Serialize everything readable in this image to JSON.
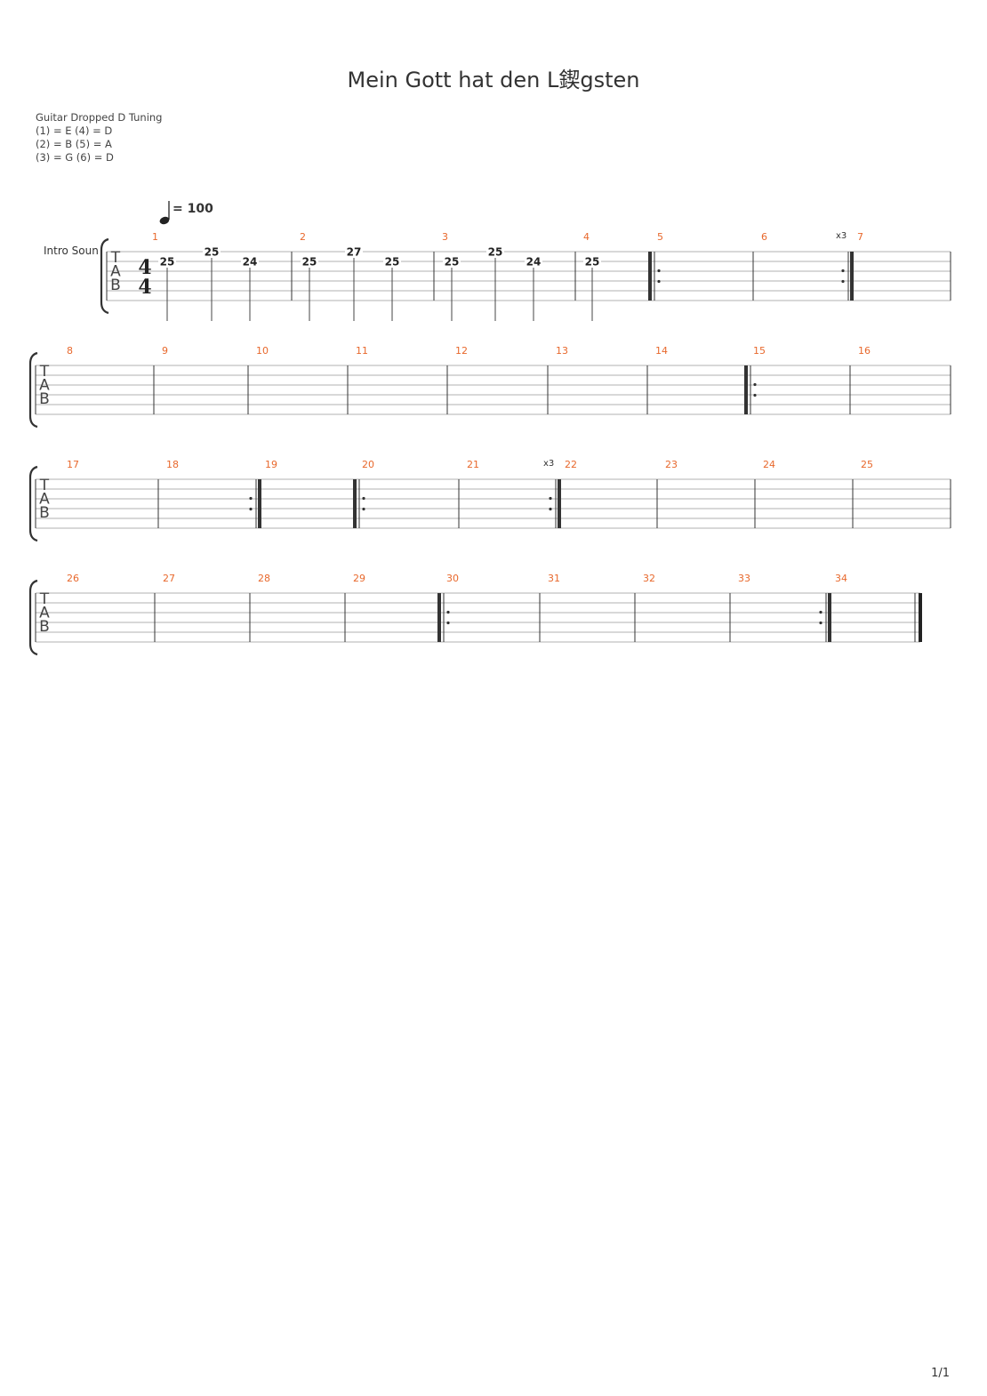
{
  "title": "Mein Gott hat den L鍥gsten",
  "tuning": {
    "name": "Guitar Dropped D Tuning",
    "lines": [
      "(1) = E  (4) = D",
      "(2) = B  (5) = A",
      "(3) = G  (6) = D"
    ]
  },
  "tempo": {
    "value": "= 100"
  },
  "track_label": "Intro Soun",
  "tab_letters": [
    "T",
    "A",
    "B"
  ],
  "time_signature": {
    "num": "4",
    "den": "4"
  },
  "colors": {
    "measure_number": "#e8682c",
    "staff_line": "#999999",
    "text": "#333333"
  },
  "systems": [
    {
      "measures": [
        {
          "n": "1"
        },
        {
          "n": "2"
        },
        {
          "n": "3"
        },
        {
          "n": "4"
        },
        {
          "n": "5",
          "repeat_start": true
        },
        {
          "n": "6",
          "repeat_end": true,
          "repeat_count": "x3"
        },
        {
          "n": "7"
        }
      ],
      "notes": [
        {
          "fret": "25",
          "measure": "1",
          "string": 2
        },
        {
          "fret": "25",
          "measure": "1",
          "string": 1
        },
        {
          "fret": "24",
          "measure": "1",
          "string": 2
        },
        {
          "fret": "25",
          "measure": "2",
          "string": 2
        },
        {
          "fret": "27",
          "measure": "2",
          "string": 1
        },
        {
          "fret": "25",
          "measure": "2",
          "string": 2
        },
        {
          "fret": "25",
          "measure": "3",
          "string": 2
        },
        {
          "fret": "25",
          "measure": "3",
          "string": 1
        },
        {
          "fret": "24",
          "measure": "3",
          "string": 2
        },
        {
          "fret": "25",
          "measure": "4",
          "string": 2
        }
      ]
    },
    {
      "measures": [
        {
          "n": "8"
        },
        {
          "n": "9"
        },
        {
          "n": "10"
        },
        {
          "n": "11"
        },
        {
          "n": "12"
        },
        {
          "n": "13"
        },
        {
          "n": "14"
        },
        {
          "n": "15",
          "repeat_start": true
        },
        {
          "n": "16"
        }
      ]
    },
    {
      "measures": [
        {
          "n": "17"
        },
        {
          "n": "18",
          "repeat_end": true
        },
        {
          "n": "19"
        },
        {
          "n": "20",
          "repeat_start": true
        },
        {
          "n": "21",
          "repeat_end": true,
          "repeat_count": "x3"
        },
        {
          "n": "22"
        },
        {
          "n": "23"
        },
        {
          "n": "24"
        },
        {
          "n": "25"
        }
      ]
    },
    {
      "measures": [
        {
          "n": "26"
        },
        {
          "n": "27"
        },
        {
          "n": "28"
        },
        {
          "n": "29"
        },
        {
          "n": "30",
          "repeat_start": true
        },
        {
          "n": "31"
        },
        {
          "n": "32"
        },
        {
          "n": "33",
          "repeat_end": true
        },
        {
          "n": "34",
          "final": true
        }
      ]
    }
  ],
  "page_number": "1/1"
}
